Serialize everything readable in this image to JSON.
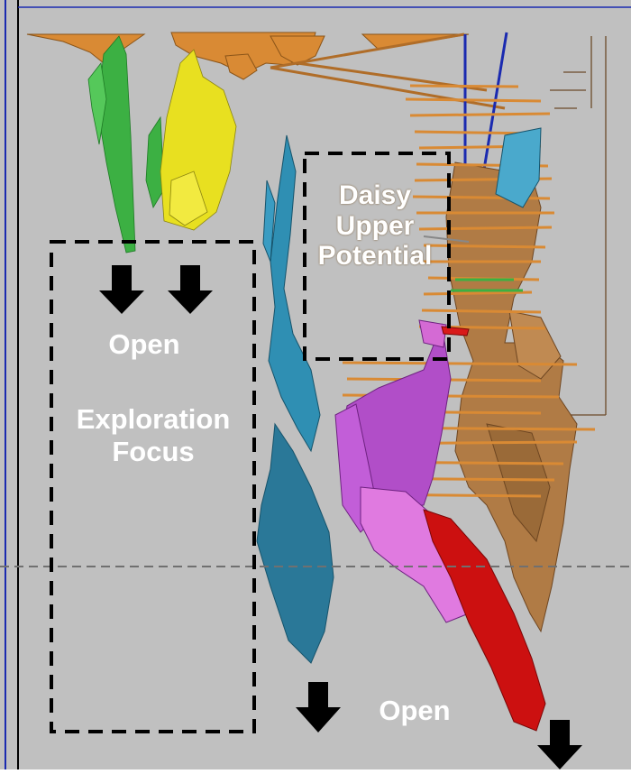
{
  "labels": {
    "open_upper": "Open",
    "exploration_line1": "Exploration",
    "exploration_line2": "Focus",
    "daisy_line1": "Daisy",
    "daisy_line2": "Upper",
    "daisy_line3": "Potential",
    "open_lower": "Open"
  },
  "colors": {
    "background": "#c0c0c0",
    "orange_lodes": "#d98a34",
    "brown_lodes": "#b07b45",
    "green_lode": "#3cb043",
    "lime_lode": "#8fd23a",
    "yellow_lode": "#e8e020",
    "teal_lode": "#2f8fb3",
    "purple_lode": "#b14ec8",
    "pink_lode": "#e07ae0",
    "red_lode": "#cc1010",
    "drill_line": "#1a2ab0",
    "dashed_box": "#000000",
    "reference_line": "#707070"
  },
  "icons": [
    "down-arrow-icon"
  ]
}
